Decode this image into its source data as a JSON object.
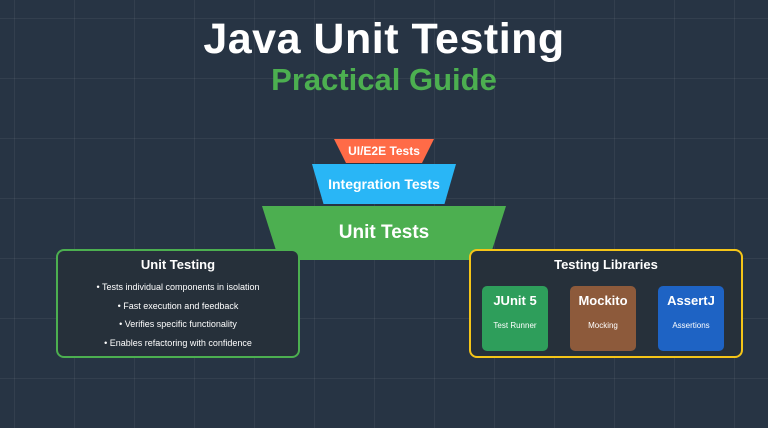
{
  "header": {
    "title": "Java Unit Testing",
    "subtitle": "Practical Guide"
  },
  "pyramid": {
    "top": "UI/E2E Tests",
    "middle": "Integration Tests",
    "base": "Unit Tests"
  },
  "unit_panel": {
    "title": "Unit Testing",
    "bullets": [
      "• Tests individual components in isolation",
      "• Fast execution and feedback",
      "• Verifies specific functionality",
      "• Enables refactoring with confidence"
    ]
  },
  "libs_panel": {
    "title": "Testing Libraries",
    "libraries": [
      {
        "name": "JUnit 5",
        "description": "Test Runner",
        "color": "#2e9e5b"
      },
      {
        "name": "Mockito",
        "description": "Mocking",
        "color": "#8d5a3b"
      },
      {
        "name": "AssertJ",
        "description": "Assertions",
        "color": "#1e63c4"
      }
    ]
  },
  "colors": {
    "background": "#273444",
    "accent_green": "#4caf50",
    "accent_yellow": "#f5c518",
    "tier_top": "#ff6b47",
    "tier_middle": "#29b6f6",
    "tier_base": "#4caf50"
  }
}
